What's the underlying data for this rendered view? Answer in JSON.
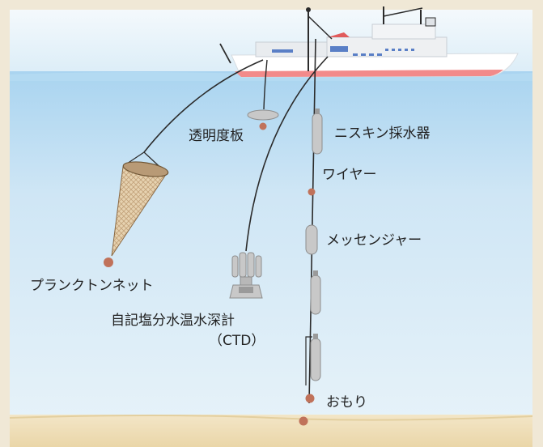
{
  "labels": {
    "secchi_disk": "透明度板",
    "niskin_bottle": "ニスキン採水器",
    "wire": "ワイヤー",
    "messenger": "メッセンジャー",
    "plankton_net": "プランクトンネット",
    "ctd_line1": "自記塩分水温水深計",
    "ctd_line2": "（CTD）",
    "weight": "おもり"
  },
  "colors": {
    "sky": "#e4f1f9",
    "water_top": "#a9d4f0",
    "water_bottom": "#e2f0f8",
    "seabed": "#efdfb8",
    "hull": "#ffffff",
    "hull_stripe": "#f28a8a",
    "instrument": "#c8c8c8",
    "instrument_dark": "#8e8e8e",
    "weight": "#c0725a",
    "line": "#2b2b2b",
    "window": "#5a7fc6"
  }
}
